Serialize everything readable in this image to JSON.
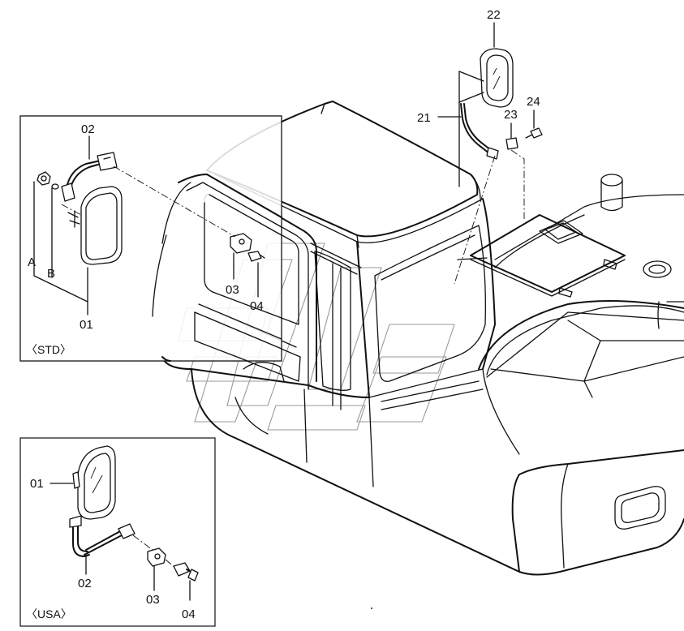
{
  "callouts": {
    "c22": "22",
    "c21": "21",
    "c23": "23",
    "c24": "24",
    "std_02": "02",
    "std_A": "A",
    "std_B": "B",
    "std_01": "01",
    "std_03": "03",
    "std_04": "04",
    "usa_01": "01",
    "usa_02": "02",
    "usa_03": "03",
    "usa_04": "04"
  },
  "boxes": {
    "std_label": "〈STD〉",
    "usa_label": "〈USA〉"
  },
  "colors": {
    "line": "#111111",
    "watermark": "#9a9a9a",
    "background": "#ffffff"
  }
}
